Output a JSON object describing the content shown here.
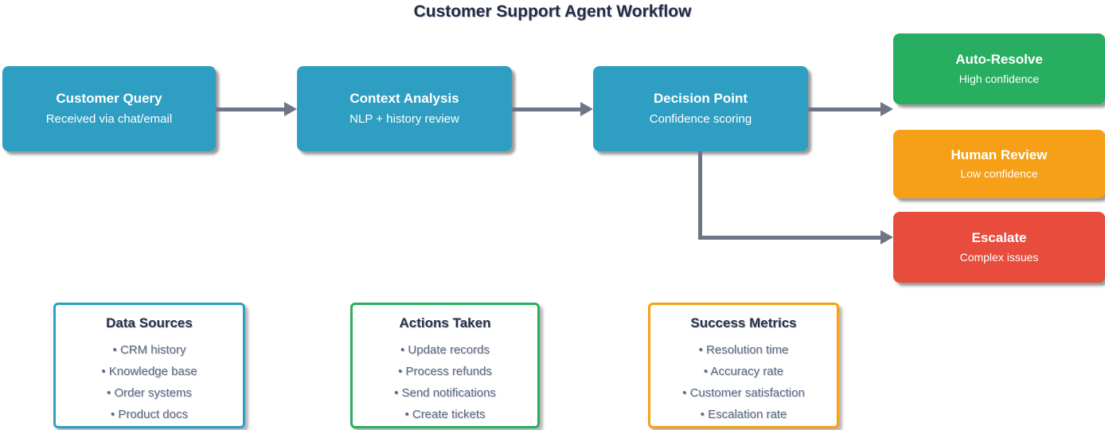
{
  "title": "Customer Support Agent Workflow",
  "colors": {
    "process_blue": "#2e9fc3",
    "outcome_green": "#27ae60",
    "outcome_orange": "#f5a017",
    "outcome_red": "#e74c3c",
    "connector": "#6e7586",
    "title_text": "#242b44",
    "panel_item_text": "#5e6a80"
  },
  "flow_nodes": [
    {
      "title": "Customer Query",
      "subtitle": "Received via chat/email"
    },
    {
      "title": "Context Analysis",
      "subtitle": "NLP + history review"
    },
    {
      "title": "Decision Point",
      "subtitle": "Confidence scoring"
    }
  ],
  "outcome_nodes": [
    {
      "title": "Auto-Resolve",
      "subtitle": "High confidence",
      "color": "#27ae60"
    },
    {
      "title": "Human Review",
      "subtitle": "Low confidence",
      "color": "#f5a017"
    },
    {
      "title": "Escalate",
      "subtitle": "Complex issues",
      "color": "#e74c3c"
    }
  ],
  "info_panels": [
    {
      "title": "Data Sources",
      "border_color": "#2e9fc3",
      "items": [
        "• CRM history",
        "• Knowledge base",
        "• Order systems",
        "• Product docs"
      ]
    },
    {
      "title": "Actions Taken",
      "border_color": "#27ae60",
      "items": [
        "• Update records",
        "• Process refunds",
        "• Send notifications",
        "• Create tickets"
      ]
    },
    {
      "title": "Success Metrics",
      "border_color": "#f5a017",
      "items": [
        "• Resolution time",
        "• Accuracy rate",
        "• Customer satisfaction",
        "• Escalation rate"
      ]
    }
  ]
}
